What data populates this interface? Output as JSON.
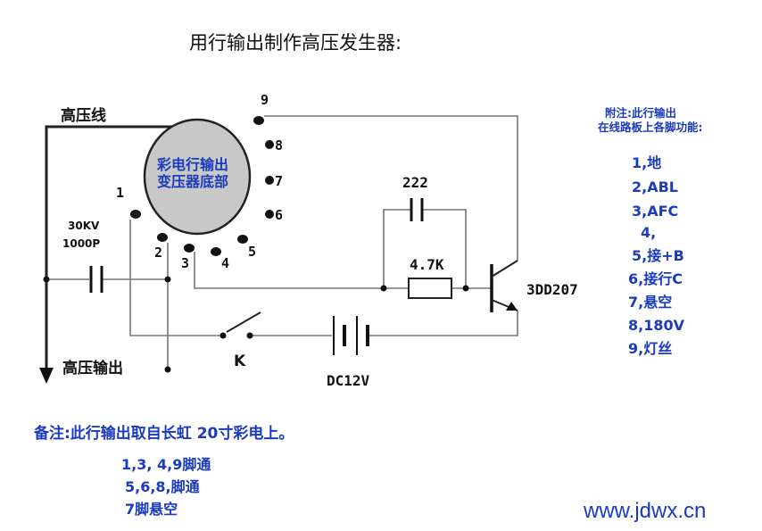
{
  "title": "用行输出制作高压发生器:",
  "labels": {
    "hv_line": "高压线",
    "hv_output": "高压输出",
    "cap_kv": "30KV",
    "cap_p": "1000P",
    "cap_222": "222",
    "resistor": "4.7K",
    "transistor": "3DD207",
    "switch": "K",
    "battery": "DC12V"
  },
  "transformer": {
    "line1": "彩电行输出",
    "line2": "变压器底部",
    "pins": [
      "1",
      "2",
      "3",
      "4",
      "5",
      "6",
      "7",
      "8",
      "9"
    ]
  },
  "note": {
    "heading1": "附注:此行输出",
    "heading2": "在线路板上各脚功能:",
    "items": [
      "1,地",
      "2,ABL",
      "3,AFC",
      "4,",
      "5,接+B",
      "6,接行C",
      "7,悬空",
      "8,180V",
      "9,灯丝"
    ]
  },
  "remark": {
    "text": "备注:此行输出取自长虹 20寸彩电上。",
    "lines": [
      "1,3, 4,9脚通",
      "5,6,8,脚通",
      "7脚悬空"
    ]
  },
  "watermark": "www.jdwx.cn",
  "colors": {
    "accent": "#1a3bbd",
    "core": "#c8c8c8",
    "line": "#222222"
  }
}
